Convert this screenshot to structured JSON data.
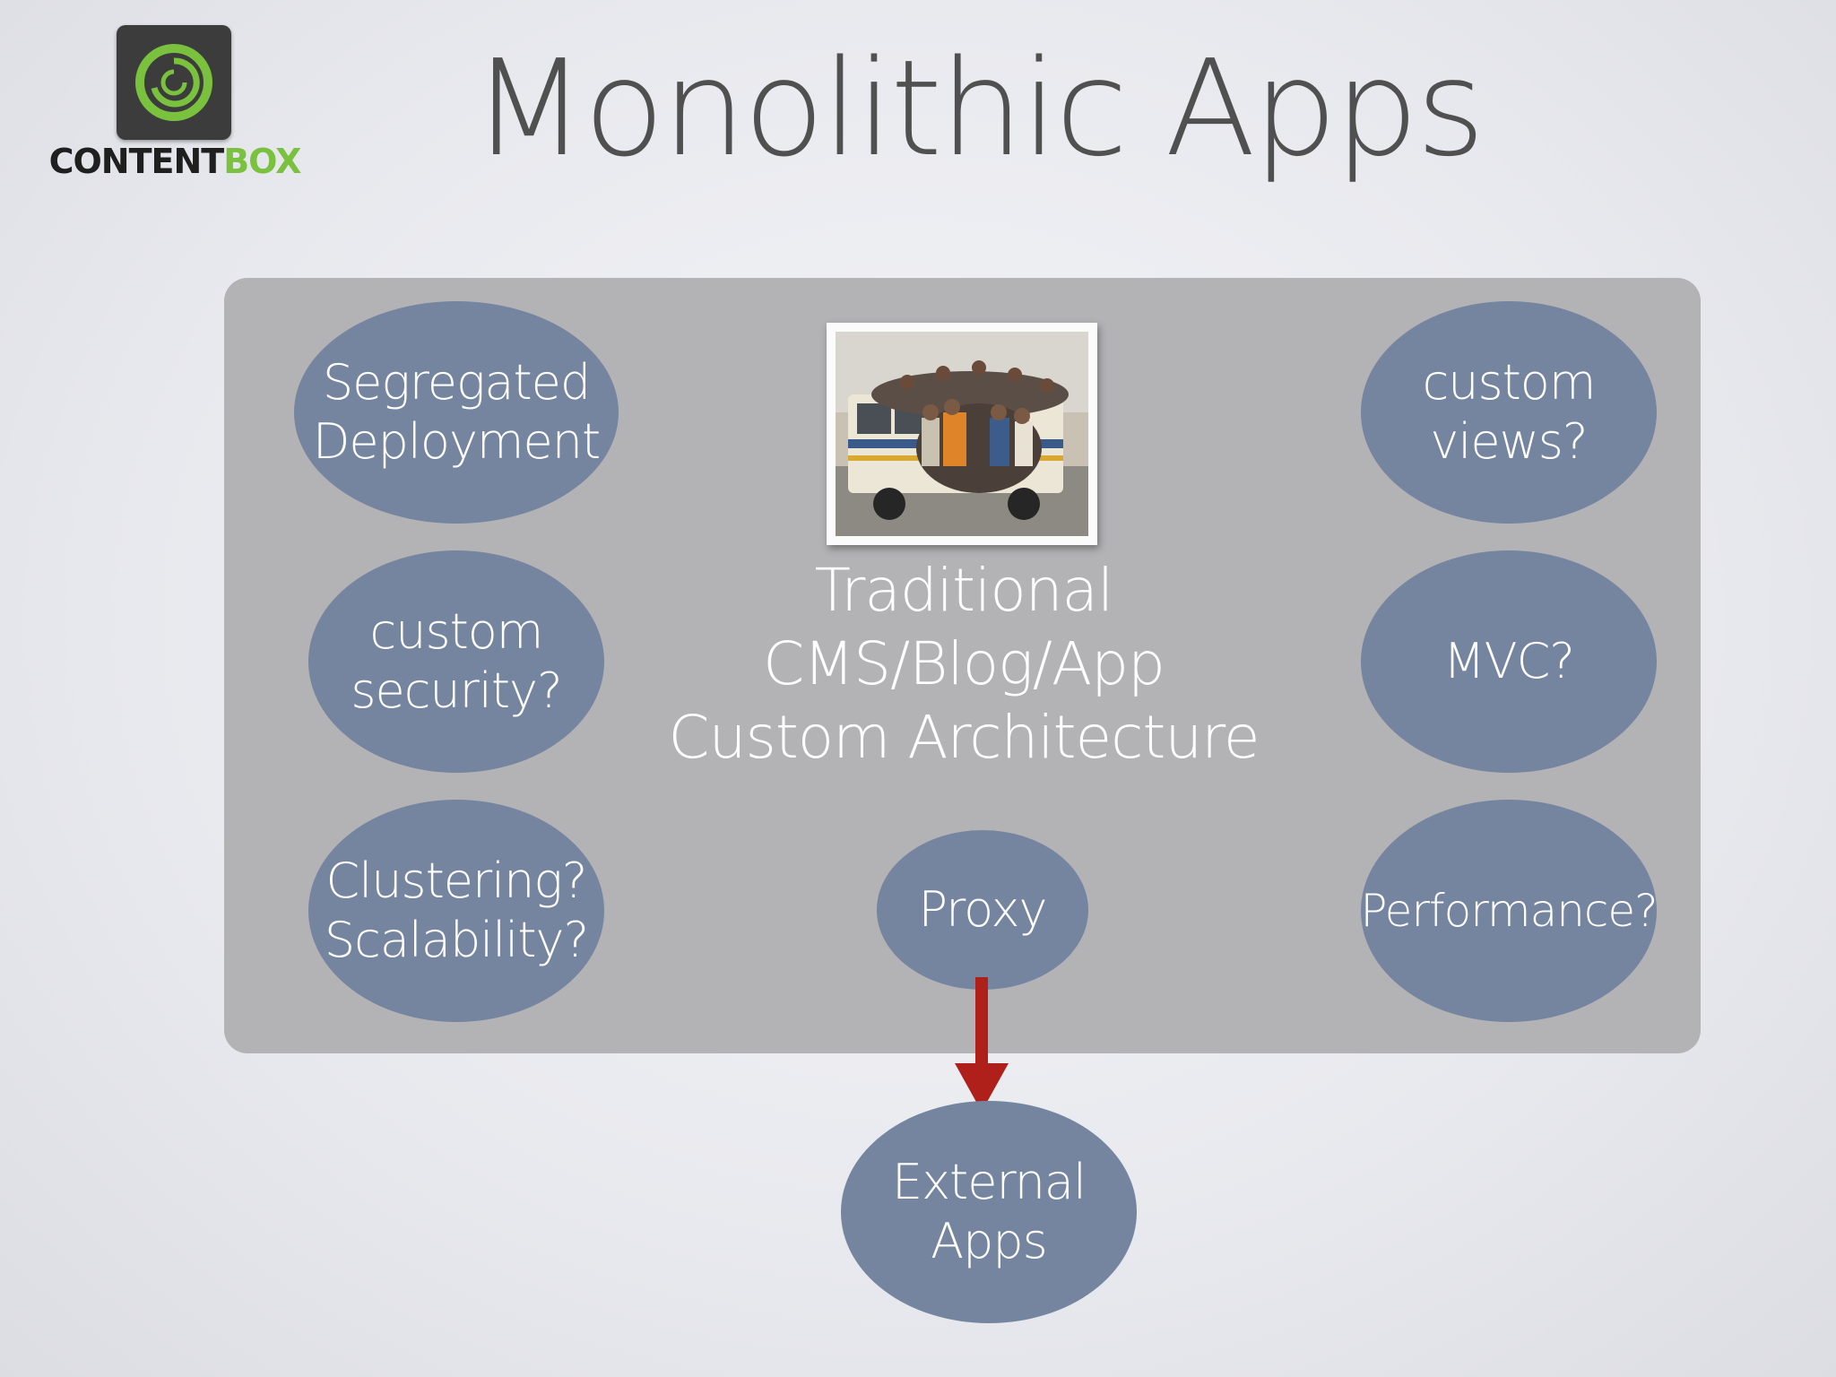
{
  "logo": {
    "text_dark": "CONTENT",
    "text_green": "BOX"
  },
  "slide": {
    "title": "Monolithic Apps"
  },
  "center": {
    "lines": [
      "Traditional",
      "CMS/Blog/App",
      "Custom Architecture"
    ]
  },
  "nodes": {
    "segregated": [
      "Segregated",
      "Deployment"
    ],
    "security": [
      "custom",
      "security?"
    ],
    "clustering": [
      "Clustering?",
      "Scalability?"
    ],
    "proxy": [
      "Proxy"
    ],
    "views": [
      "custom",
      "views?"
    ],
    "mvc": [
      "MVC?"
    ],
    "performance": [
      "Performance?"
    ],
    "external": [
      "External",
      "Apps"
    ]
  },
  "colors": {
    "panel": "#b3b2b5",
    "node_fill": "#7585a0",
    "arrow": "#b0201a",
    "logo_green": "#7ac13e"
  }
}
